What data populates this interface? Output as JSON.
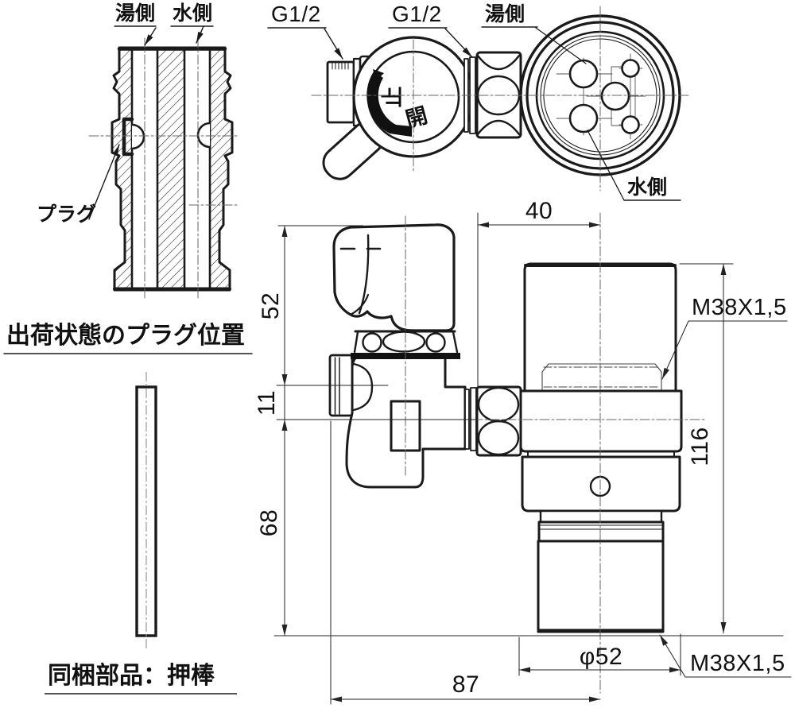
{
  "section_view": {
    "hot_label": "湯側",
    "cold_label": "水側",
    "plug_label": "プラグ",
    "caption": "出荷状態のプラグ位置"
  },
  "top_view": {
    "thread_left": "G1/2",
    "thread_right": "G1/2",
    "hot_label": "湯側",
    "cold_label": "水側",
    "knob_stop": "止",
    "knob_open": "開"
  },
  "front_view": {
    "dim_handle_height": "52",
    "dim_outlet_offset": "11",
    "dim_body_height": "68",
    "dim_top_offset": "40",
    "dim_total_height": "116",
    "dim_base_diameter": "φ52",
    "dim_reach": "87",
    "thread_upper": "M38X1,5",
    "thread_lower": "M38X1,5"
  },
  "rod_view": {
    "caption": "同梱部品：押棒"
  },
  "colors": {
    "line": "#1a1a1a",
    "background": "#ffffff"
  }
}
